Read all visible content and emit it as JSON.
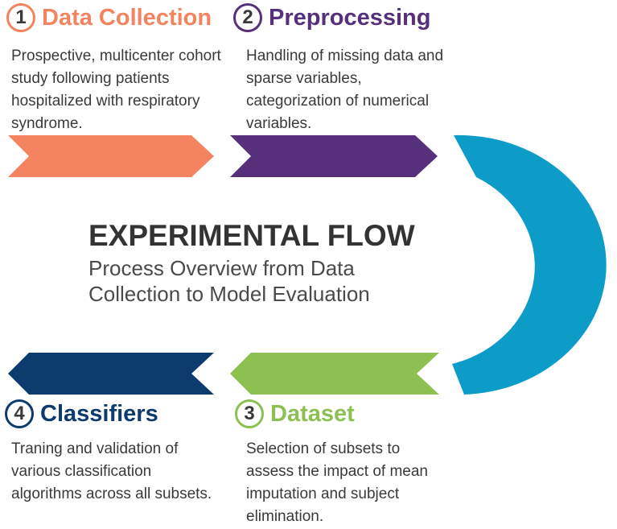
{
  "colors": {
    "orange": "#f4845f",
    "purple": "#56307a",
    "teal": "#0d9bc8",
    "green": "#8cc152",
    "navy": "#0e3b6e",
    "text": "#3a3a3a"
  },
  "center": {
    "title": "EXPERIMENTAL FLOW",
    "subtitle": "Process Overview from Data Collection to Model Evaluation"
  },
  "steps": [
    {
      "number": "1",
      "title": "Data Collection",
      "description": "Prospective, multicenter cohort study following patients hospitalized with respiratory syndrome.",
      "color": "#f4845f"
    },
    {
      "number": "2",
      "title": "Preprocessing",
      "description": "Handling of missing data and sparse variables, categorization of numerical variables.",
      "color": "#56307a"
    },
    {
      "number": "3",
      "title": "Dataset",
      "description": "Selection of subsets to assess the impact of mean imputation and subject elimination.",
      "color": "#8cc152"
    },
    {
      "number": "4",
      "title": "Classifiers",
      "description": "Traning and validation of various classification algorithms across all subsets.",
      "color": "#0e3b6e"
    }
  ]
}
